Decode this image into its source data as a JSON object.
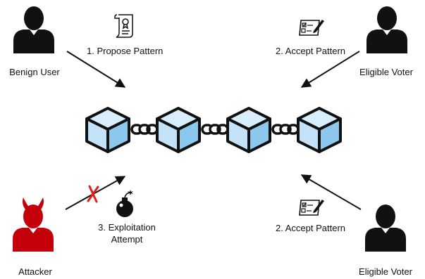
{
  "actors": {
    "benign_user": "Benign User",
    "eligible_voter_top": "Eligible Voter",
    "attacker": "Attacker",
    "eligible_voter_bottom": "Eligible Voter"
  },
  "steps": {
    "propose": "1. Propose Pattern",
    "accept_top": "2. Accept Pattern",
    "accept_bottom": "2. Accept Pattern",
    "exploit_line1": "3. Exploitation",
    "exploit_line2": "Attempt"
  },
  "colors": {
    "block_face": "#cfe9fb",
    "block_side": "#8cc8ee",
    "outline": "#111111",
    "attacker": "#c4000a",
    "blocked_mark": "#e0201c"
  },
  "icons": [
    "user-icon",
    "devil-user-icon",
    "document-icon",
    "ballot-icon",
    "bomb-icon",
    "blockchain-block-icon",
    "chain-link-icon",
    "cross-icon"
  ]
}
